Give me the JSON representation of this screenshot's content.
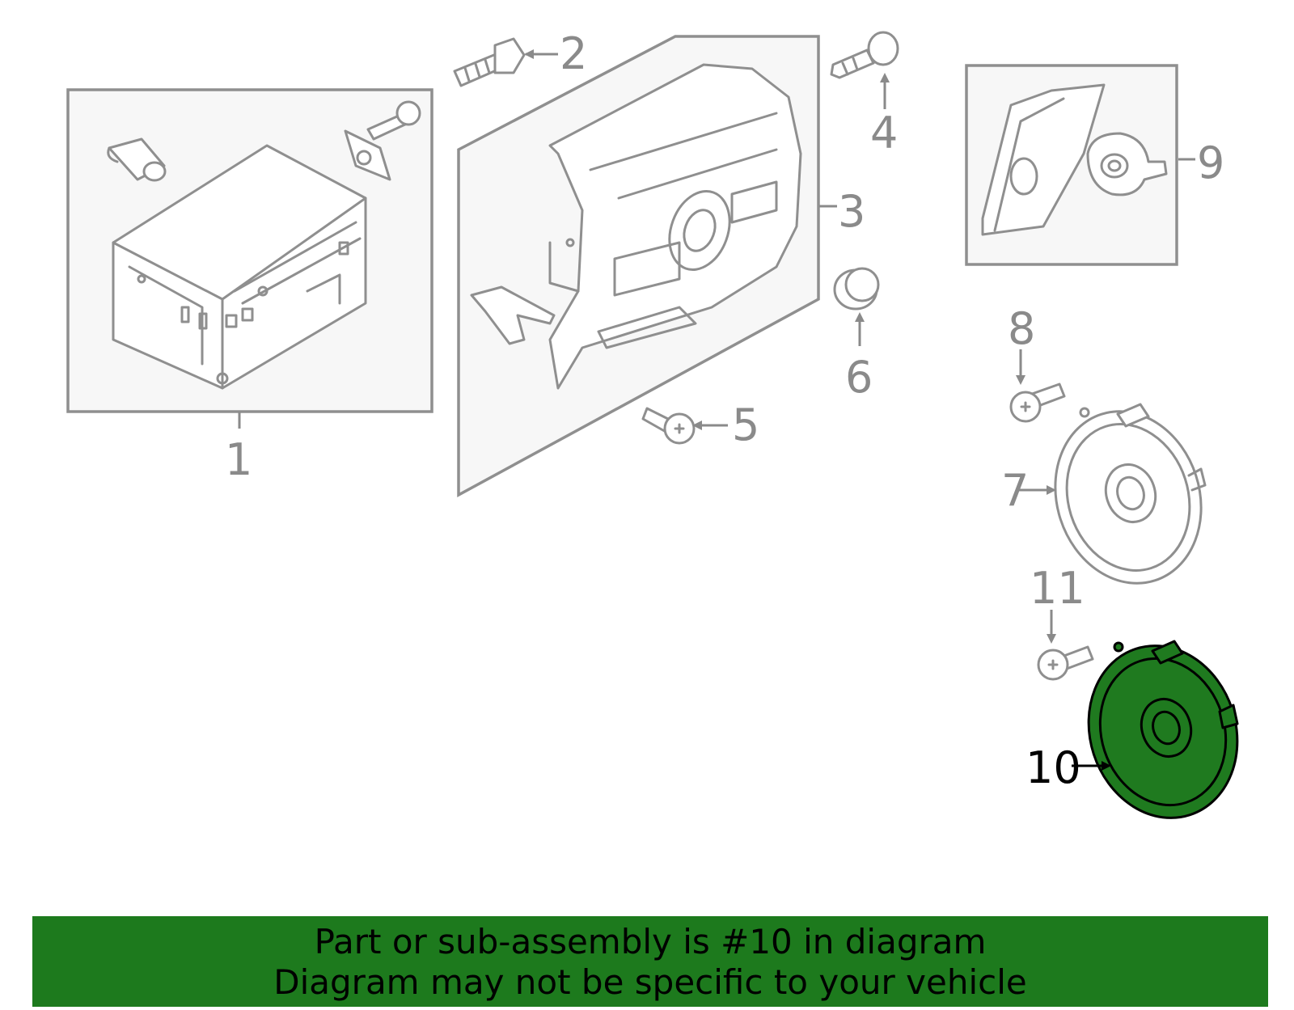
{
  "callouts": {
    "c1": "1",
    "c2": "2",
    "c3": "3",
    "c4": "4",
    "c5": "5",
    "c6": "6",
    "c7": "7",
    "c8": "8",
    "c9": "9",
    "c10": "10",
    "c11": "11"
  },
  "highlighted_part": "10",
  "colors": {
    "highlight": "#1f7a1f",
    "banner": "#1d7a1d",
    "line": "#8f8f8f"
  },
  "banner": {
    "line1": "Part or sub-assembly is #10 in diagram",
    "line2": "Diagram may not be specific to your vehicle"
  }
}
